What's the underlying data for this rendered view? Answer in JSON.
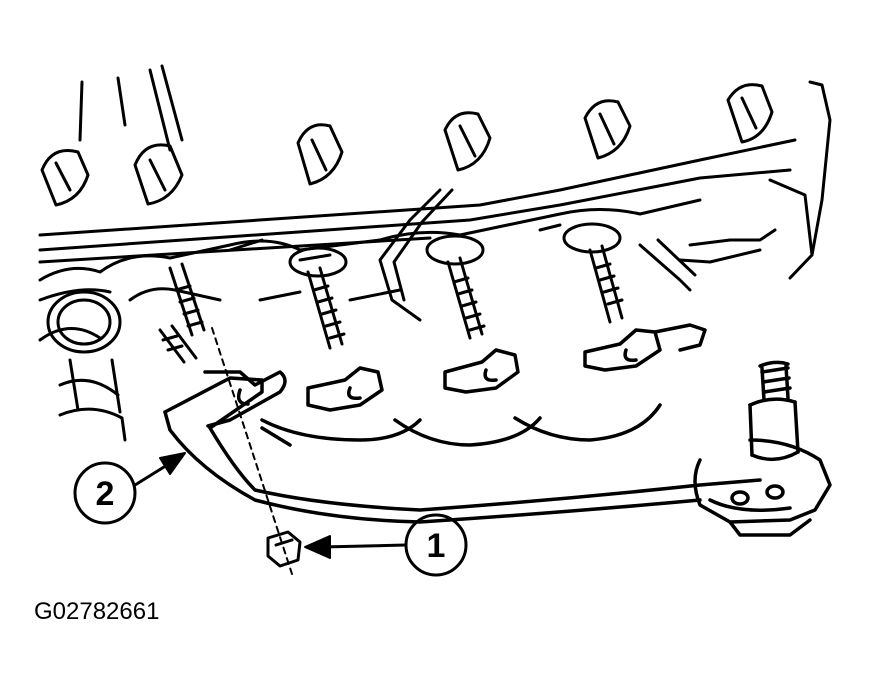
{
  "figure": {
    "id": "G02782661",
    "callouts": [
      {
        "number": "1",
        "part": "nut"
      },
      {
        "number": "2",
        "part": "exhaust-manifold"
      }
    ]
  },
  "colors": {
    "ink": "#000000",
    "paper": "#ffffff"
  }
}
